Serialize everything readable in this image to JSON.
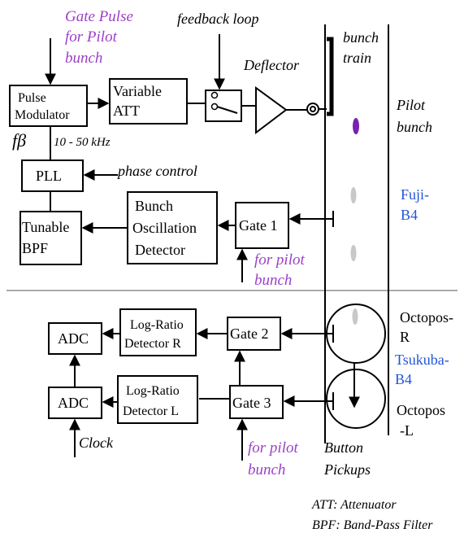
{
  "labels": {
    "gate_pulse": [
      "Gate Pulse",
      "for Pilot",
      "bunch"
    ],
    "feedback_loop": "feedback loop",
    "deflector": "Deflector",
    "bunch_train": [
      "bunch",
      "train"
    ],
    "pilot_bunch": [
      "Pilot",
      "bunch"
    ],
    "pulse_modulator": [
      "Pulse",
      "Modulator"
    ],
    "variable_att": [
      "Variable",
      "ATT"
    ],
    "f_beta": "fβ",
    "freq_range": "10 - 50 kHz",
    "pll": "PLL",
    "phase_control": "phase control",
    "fuji_b4": [
      "Fuji-",
      "B4"
    ],
    "tunable_bpf": [
      "Tunable",
      "BPF"
    ],
    "bunch_osc_detector": [
      "Bunch",
      "Oscillation",
      "Detector"
    ],
    "gate1": "Gate 1",
    "for_pilot_bunch_top": [
      "for pilot",
      "bunch"
    ],
    "adc_r": "ADC",
    "log_ratio_r": [
      "Log-Ratio",
      "Detector R"
    ],
    "gate2": "Gate 2",
    "octopos_r": [
      "Octopos-",
      "R"
    ],
    "tsukuba_b4": [
      "Tsukuba-",
      "B4"
    ],
    "adc_l": "ADC",
    "log_ratio_l": [
      "Log-Ratio",
      "Detector L"
    ],
    "gate3": "Gate 3",
    "octopos_l": [
      "Octopos",
      "-L"
    ],
    "clock": "Clock",
    "for_pilot_bunch_bottom": [
      "for pilot",
      "bunch"
    ],
    "button_pickups": [
      "Button",
      "Pickups"
    ],
    "legend_att": "ATT: Attenuator",
    "legend_bpf": "BPF: Band-Pass Filter"
  },
  "colors": {
    "purple_label": "#9b40c8",
    "blue_label": "#2255dd",
    "pilot_bunch": "#7a22b0",
    "train_bunch": "#c8c8c8"
  }
}
